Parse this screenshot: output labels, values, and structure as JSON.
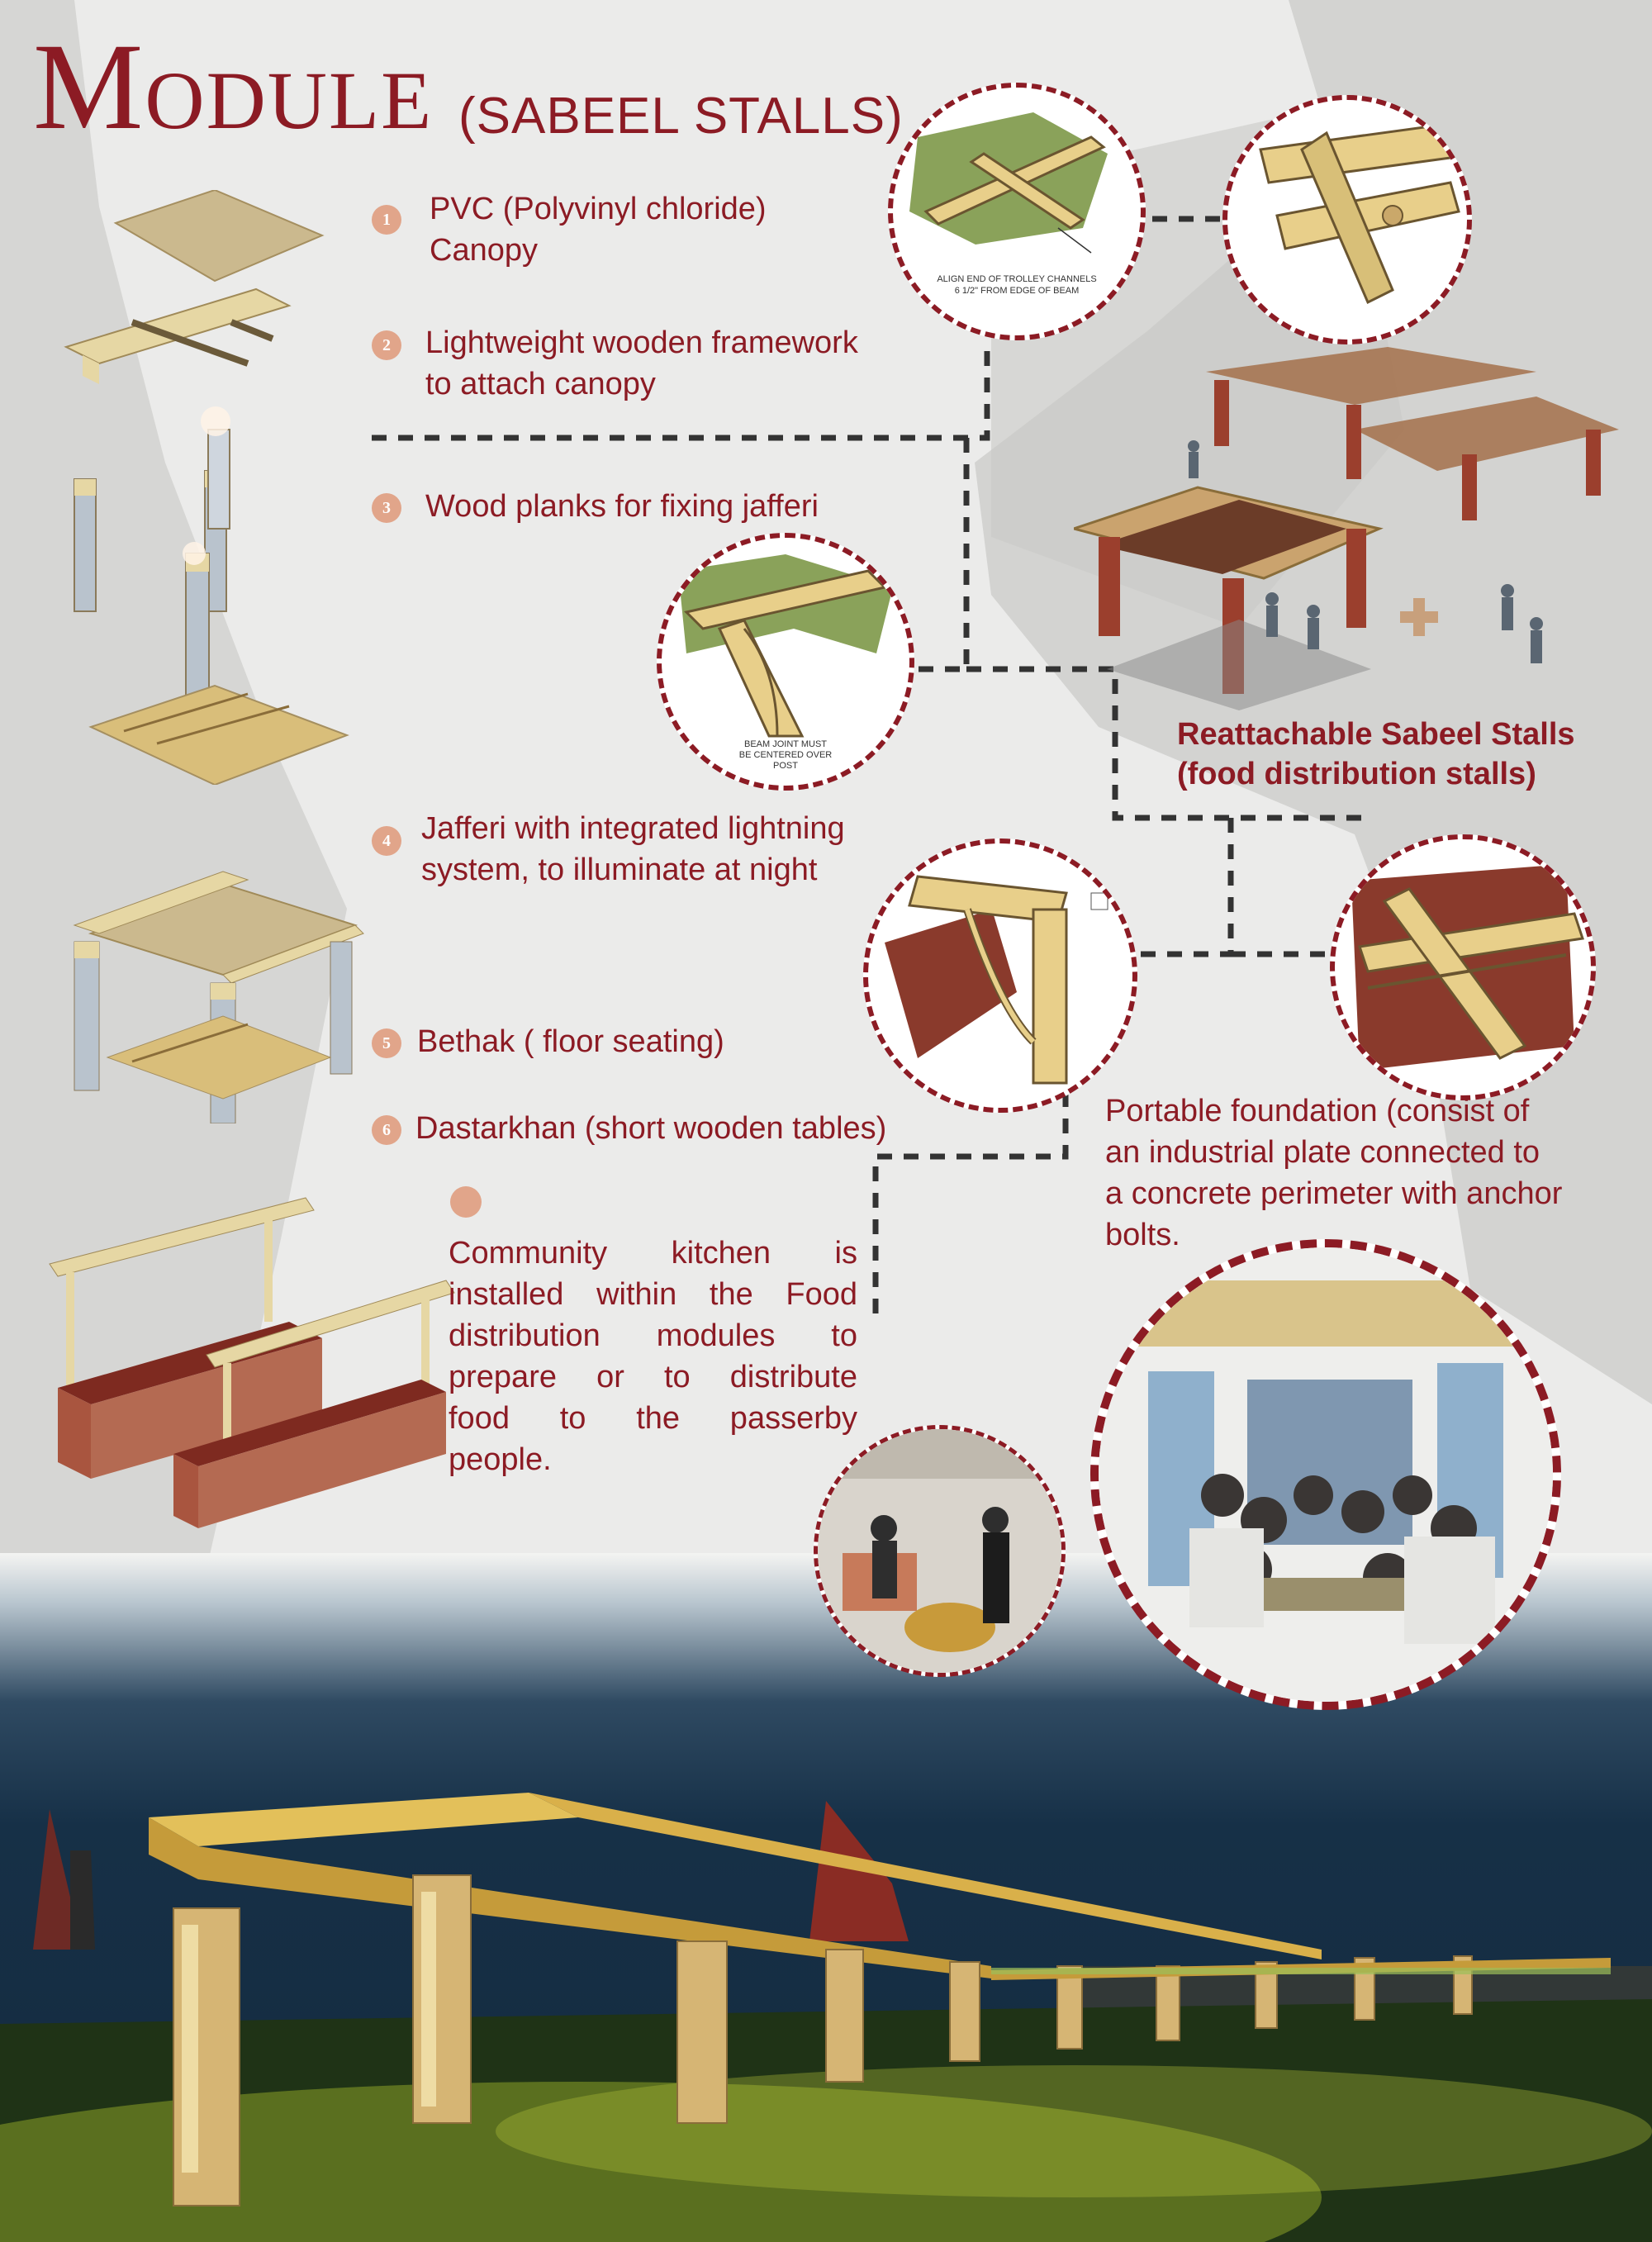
{
  "title": {
    "first_letter": "M",
    "rest": "ODULE",
    "subtitle": "(SABEEL STALLS)"
  },
  "items": [
    {
      "number": "1",
      "text_line1": "PVC (Polyvinyl chloride)",
      "text_line2": "Canopy"
    },
    {
      "number": "2",
      "text_line1": "Lightweight wooden framework",
      "text_line2": "to attach canopy"
    },
    {
      "number": "3",
      "text_line1": "Wood planks for fixing jafferi"
    },
    {
      "number": "4",
      "text_line1": "Jafferi with integrated  lightning",
      "text_line2": "system, to illuminate at night"
    },
    {
      "number": "5",
      "text_line1": "Bethak ( floor seating)"
    },
    {
      "number": "6",
      "text_line1": "Dastarkhan (short wooden tables)"
    }
  ],
  "community_kitchen": [
    "Community kitchen is",
    "installed within the Food",
    "distribution modules to",
    "prepare or to distribute",
    "food to the passerby",
    "people."
  ],
  "reattachable": {
    "line1": "Reattachable Sabeel Stalls",
    "line2": "(food distribution stalls)"
  },
  "foundation": [
    "Portable foundation (consist of",
    "an industrial plate connected to",
    "a concrete perimeter with anchor",
    "bolts."
  ],
  "detail_notes": {
    "trolley_line1": "ALIGN END OF TROLLEY CHANNELS",
    "trolley_line2": "6 1/2\" FROM EDGE OF BEAM",
    "beam_line1": "BEAM JOINT MUST",
    "beam_line2": "BE CENTERED OVER",
    "beam_line3": "POST"
  },
  "colors": {
    "accent": "#8c1b24",
    "number_badge": "#e1a58a",
    "wood": "#e8cf8a",
    "brick": "#8a3a2c",
    "night_sky": "#163047",
    "grass_glow": "#d7e35a"
  }
}
